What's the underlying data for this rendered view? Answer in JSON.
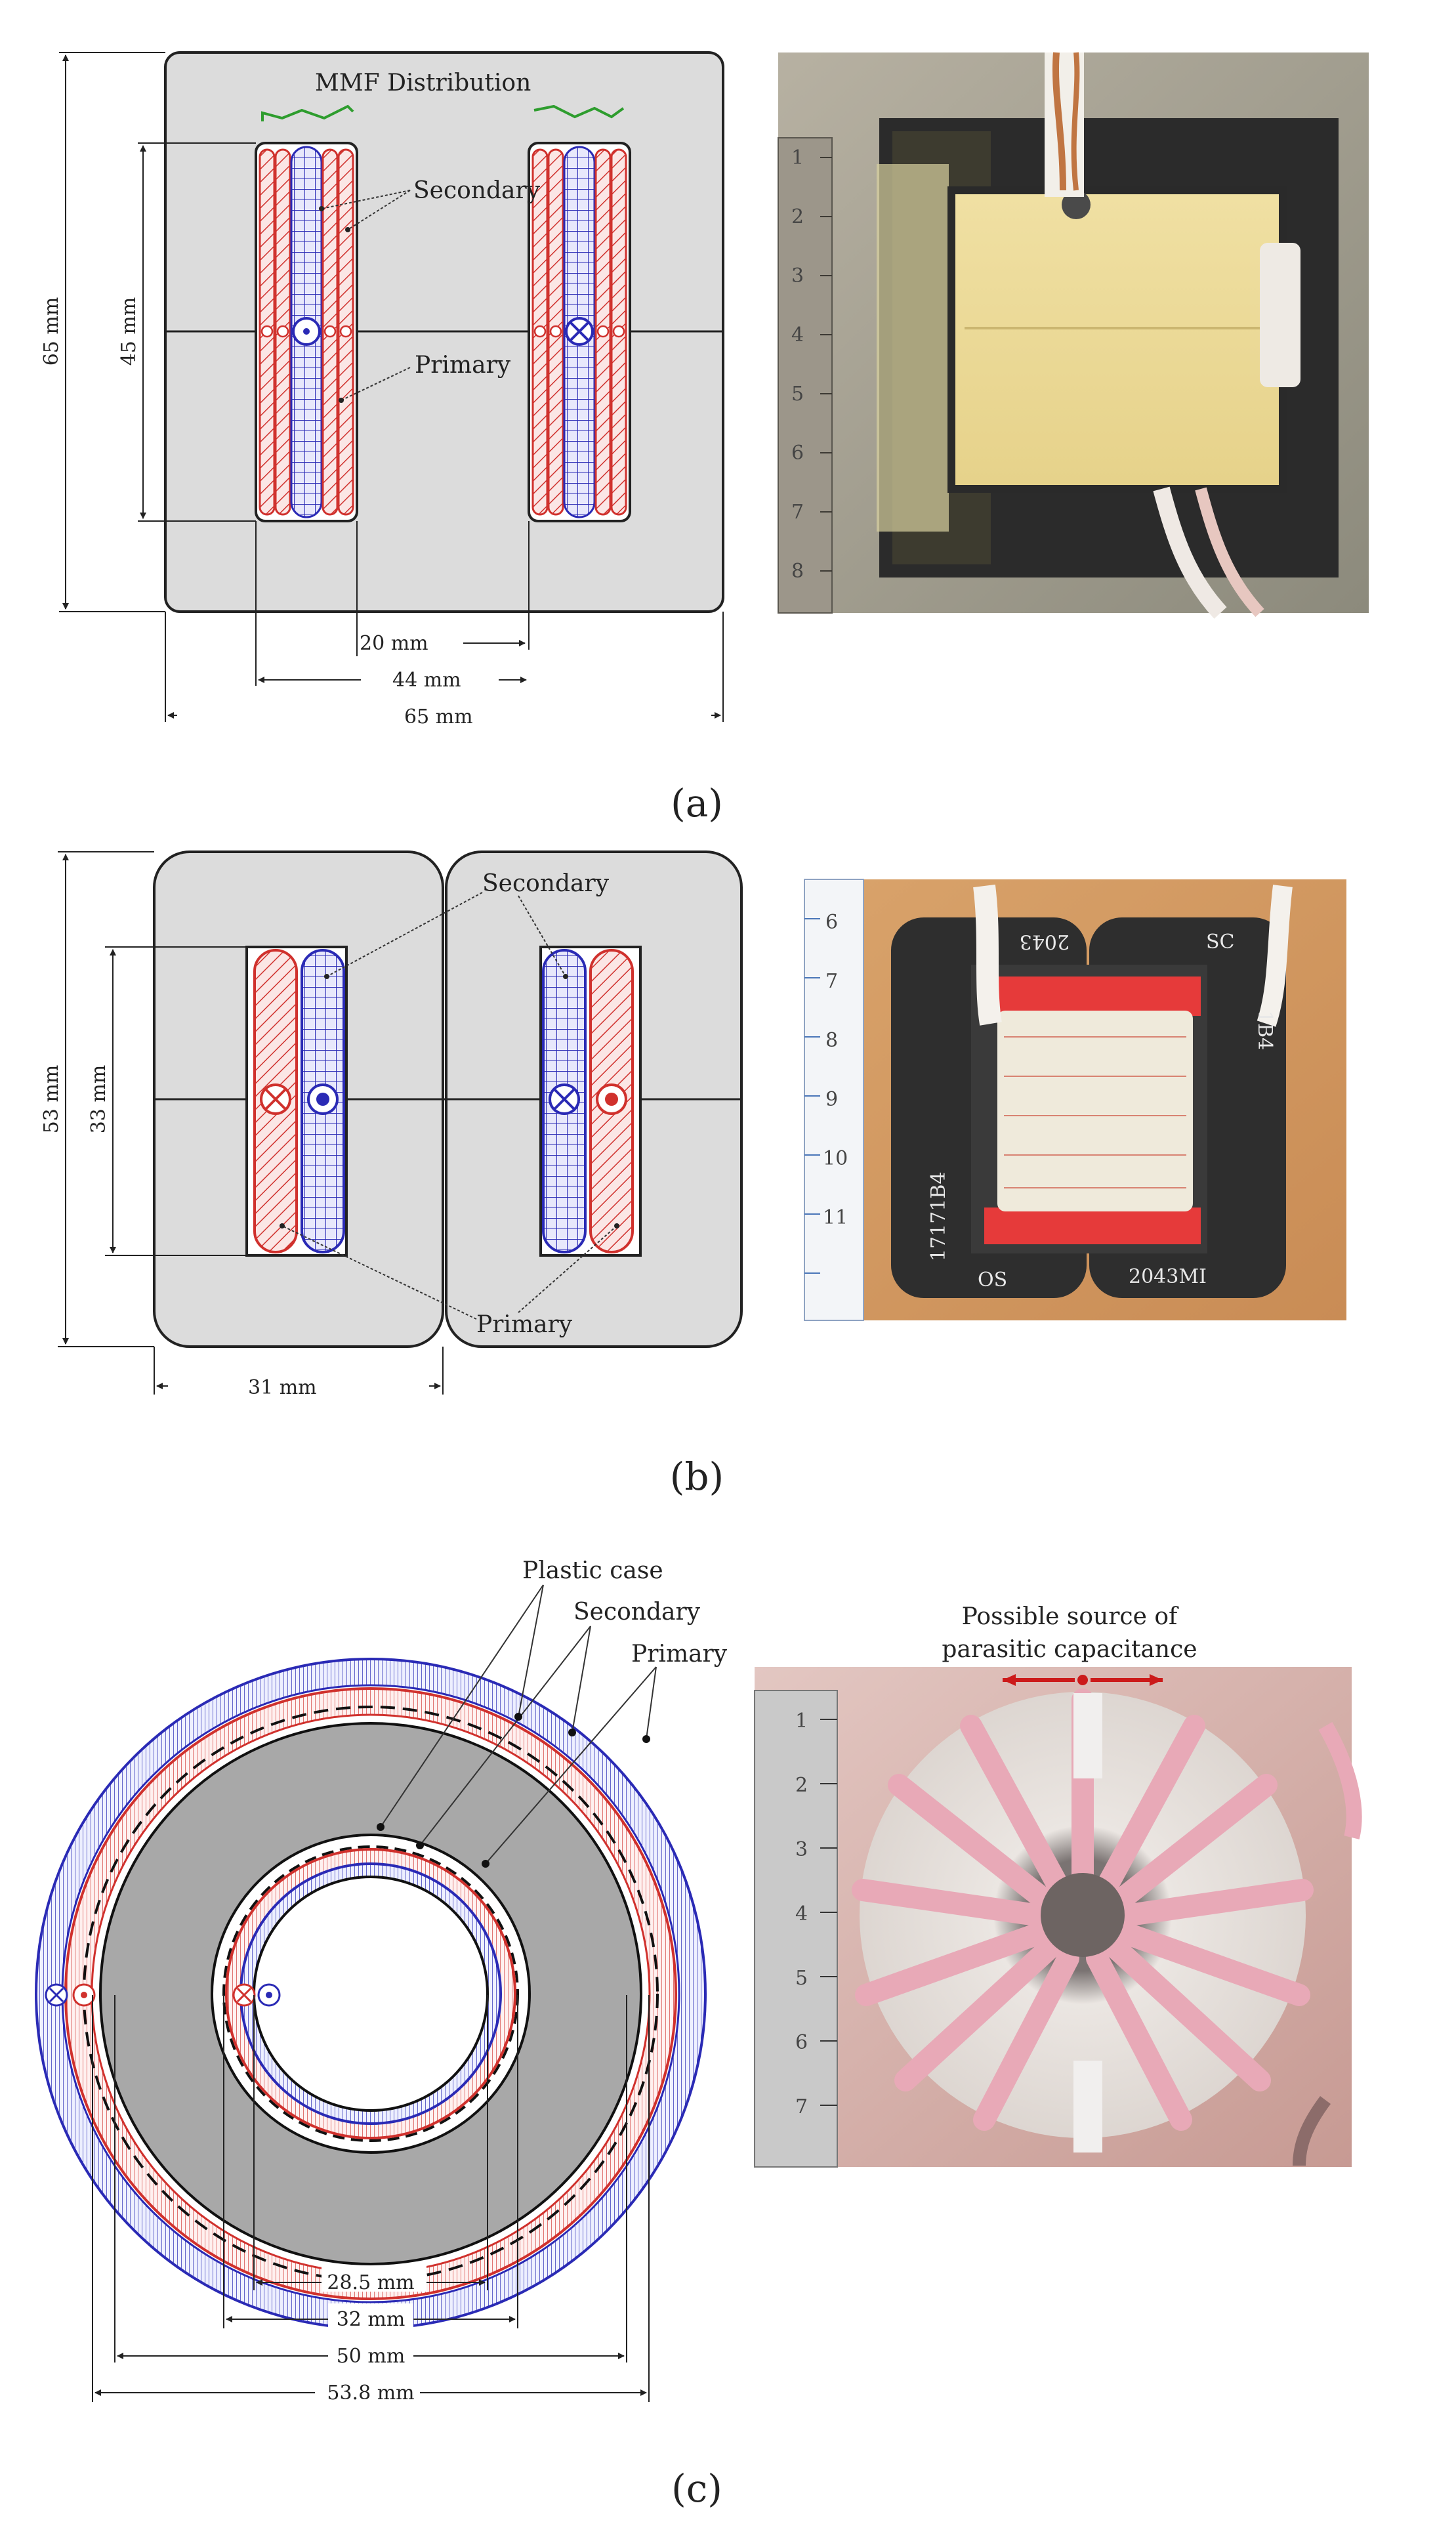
{
  "panel_a": {
    "mmf_label": "MMF Distribution",
    "secondary_label": "Secondary",
    "primary_label": "Primary",
    "dim_height_outer": "65 mm",
    "dim_height_window": "45 mm",
    "dim_gap": "20 mm",
    "dim_span": "44 mm",
    "dim_width_outer": "65 mm",
    "panel_label": "(a)",
    "ruler_numbers": [
      "1",
      "2",
      "3",
      "4",
      "5",
      "6",
      "7",
      "8"
    ]
  },
  "panel_b": {
    "secondary_label": "Secondary",
    "primary_label": "Primary",
    "dim_height_outer": "53 mm",
    "dim_height_window": "33 mm",
    "dim_width": "31 mm",
    "panel_label": "(b)",
    "core_marks": [
      "2043",
      "SC",
      "1B4",
      "17171B4",
      "OS",
      "2043MI"
    ],
    "ruler_numbers": [
      "6",
      "7",
      "8",
      "9",
      "10",
      "11"
    ]
  },
  "panel_c": {
    "plastic_case_label": "Plastic case",
    "secondary_label": "Secondary",
    "primary_label": "Primary",
    "dim_1": "28.5 mm",
    "dim_2": "32 mm",
    "dim_3": "50 mm",
    "dim_4": "53.8 mm",
    "parasitic_label_1": "Possible source of",
    "parasitic_label_2": "parasitic capacitance",
    "panel_label": "(c)",
    "ruler_numbers": [
      "1",
      "2",
      "3",
      "4",
      "5",
      "6",
      "7"
    ]
  },
  "colors": {
    "primary_red": "#d0312d",
    "secondary_blue": "#2a2ab5",
    "core_gray": "#dcdcdc",
    "toroid_core_gray": "#a8a8a8",
    "mmf_green": "#2e9d2e"
  }
}
